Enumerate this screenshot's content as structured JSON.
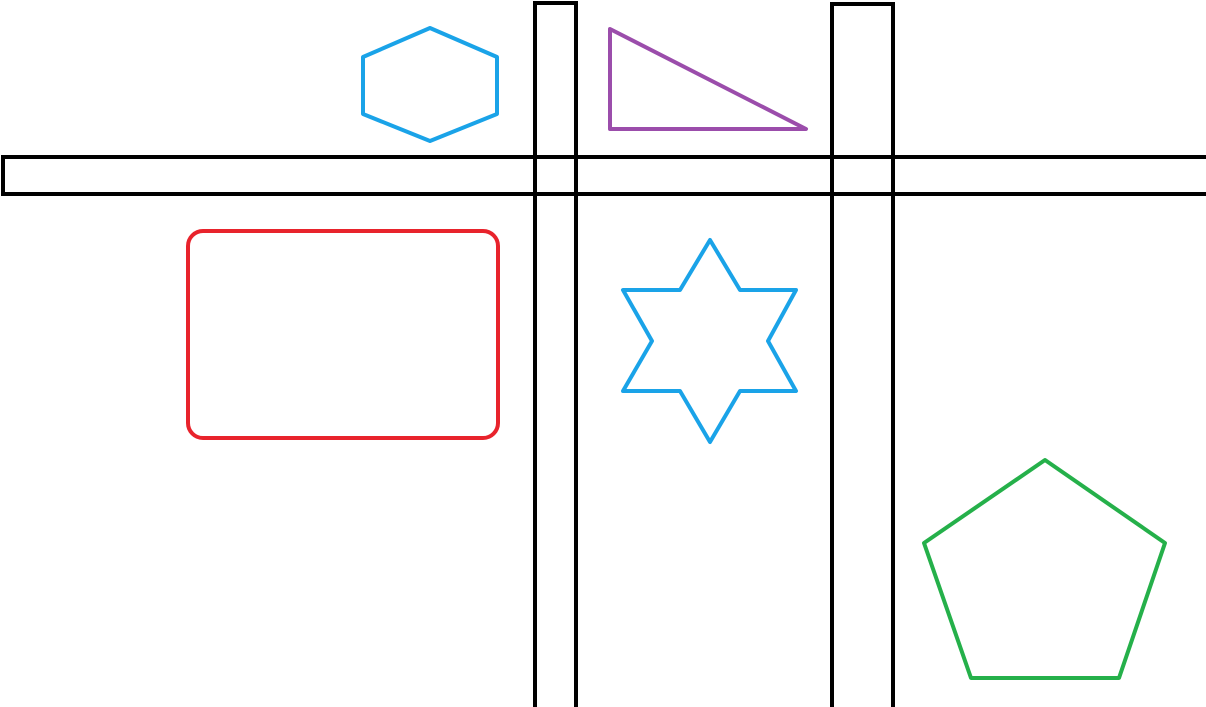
{
  "colors": {
    "background": "#ffffff",
    "roads": "#000000",
    "hexagon": "#1aa3e8",
    "triangle": "#9b4dab",
    "rounded_rectangle": "#e8232c",
    "star": "#1aa3e8",
    "pentagon": "#25b04a"
  },
  "shapes": [
    {
      "kind": "hexagon",
      "color_key": "hexagon"
    },
    {
      "kind": "right-triangle",
      "color_key": "triangle"
    },
    {
      "kind": "rounded-rectangle",
      "color_key": "rounded_rectangle"
    },
    {
      "kind": "six-pointed-star",
      "color_key": "star"
    },
    {
      "kind": "pentagon",
      "color_key": "pentagon"
    }
  ],
  "roads": [
    {
      "orientation": "horizontal"
    },
    {
      "orientation": "vertical"
    },
    {
      "orientation": "vertical"
    }
  ]
}
